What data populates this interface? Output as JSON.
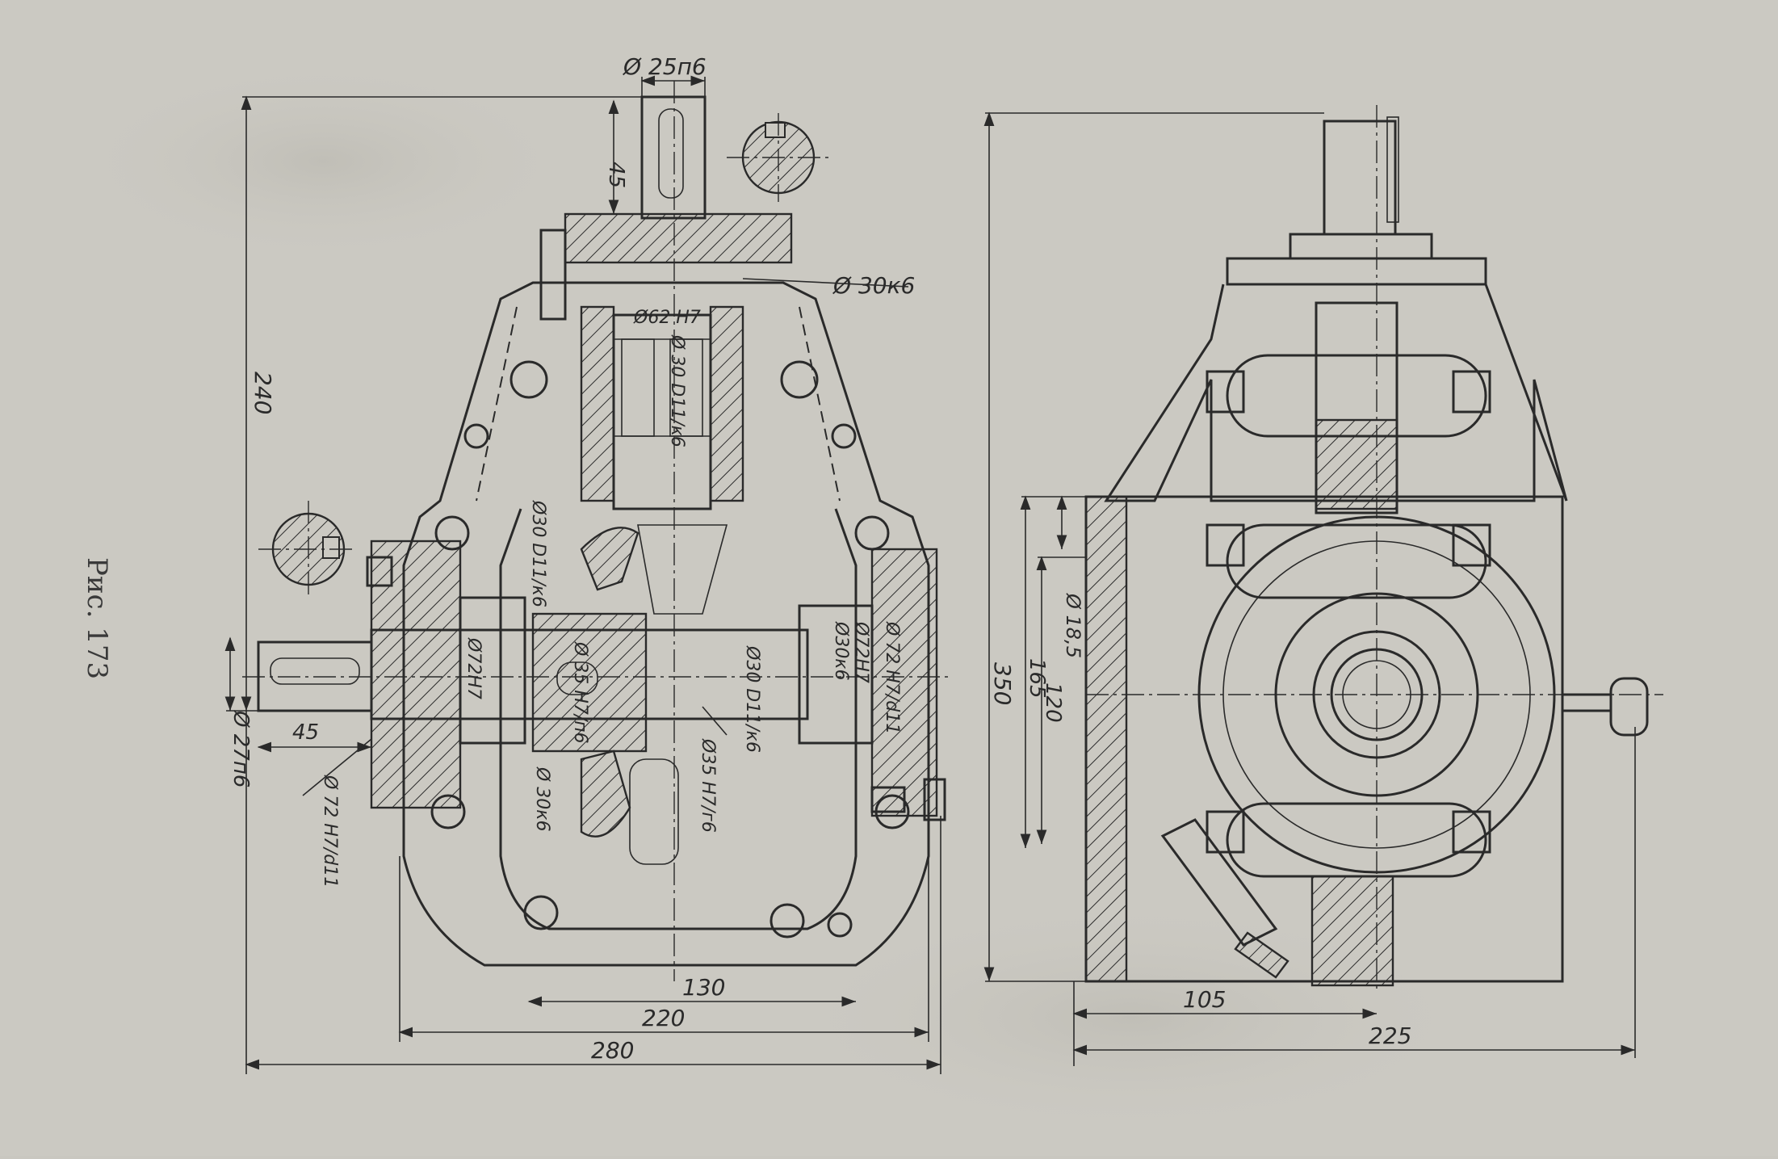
{
  "figure": {
    "caption": "Рис. 173"
  },
  "front_view": {
    "dimensions": {
      "d_top_shaft": "Ø 25п6",
      "top_shaft_len": "45",
      "height": "240",
      "d_top_bearing_shaft": "Ø 30к6",
      "d_bore_top": "Ø62 Н7",
      "d_sleeve": "Ø 30 D11/к6",
      "d_left_mid": "Ø30 D11/к6",
      "d_left_bore": "Ø72Н7",
      "d_gear": "Ø 35 H7/п6",
      "d_right_mid": "Ø30 D11/к6",
      "d_right_bore1": "Ø72Н7",
      "d_right_shaft": "Ø30к6",
      "d_right_bore2": "Ø 72 Н7/d11",
      "d_out_shaft": "Ø 27п6",
      "out_shaft_len": "45",
      "d_left_cap": "Ø 72 Н7/d11",
      "d_bottom_shaft": "Ø 30к6",
      "d_gear2": "Ø35 Н7/г6",
      "width_inner": "130",
      "width_mid": "220",
      "width_total": "280"
    }
  },
  "side_view": {
    "dimensions": {
      "height": "350",
      "h_165": "165",
      "h_120": "120",
      "d_hole": "Ø 18,5",
      "width_105": "105",
      "width_225": "225"
    }
  }
}
